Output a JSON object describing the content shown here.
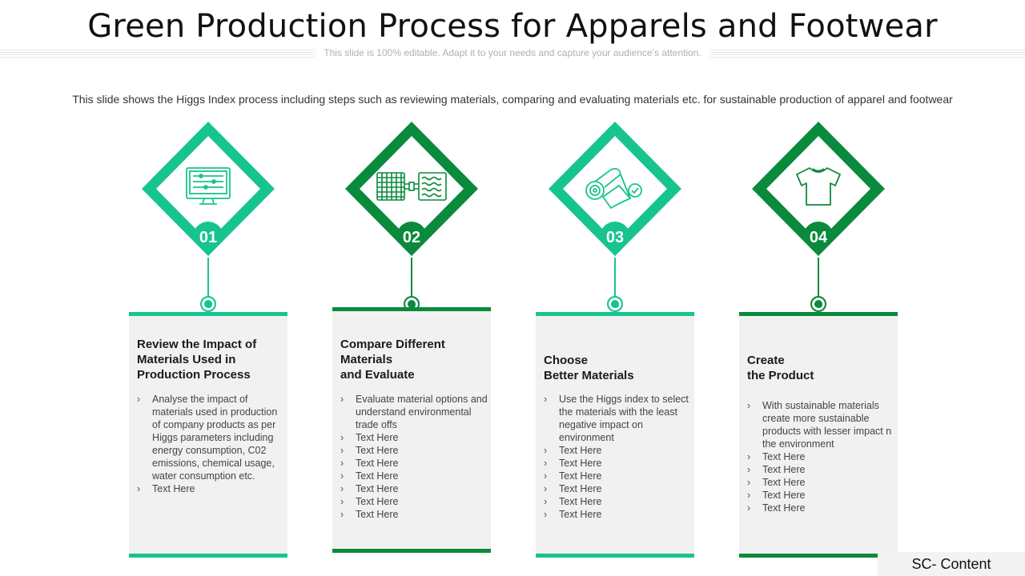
{
  "slide": {
    "title": "Green Production Process for Apparels and Footwear",
    "subtitle": "This slide is 100% editable. Adapt it to your needs and capture your audience’s attention.",
    "description": "This slide shows the Higgs Index process including steps such as reviewing materials, comparing and evaluating materials etc. for sustainable production of apparel and footwear",
    "footer_tag": "SC- Content"
  },
  "colors": {
    "light_green": "#17c48f",
    "dark_green": "#0a8a3c",
    "card_bg": "#f1f1f1"
  },
  "steps": [
    {
      "number": "01",
      "icon": "monitor-settings-icon",
      "title_lines": [
        "Review the Impact of",
        "Materials Used in",
        "Production Process"
      ],
      "bullets": [
        "Analyse the impact of materials used in production of company products as per Higgs parameters including energy consumption, C02 emissions, chemical usage, water consumption etc.",
        "Text Here"
      ]
    },
    {
      "number": "02",
      "icon": "material-compare-icon",
      "title_lines": [
        "Compare Different",
        "Materials",
        "and Evaluate"
      ],
      "bullets": [
        "Evaluate material options and understand environmental  trade offs",
        "Text Here",
        "Text Here",
        "Text Here",
        "Text Here",
        "Text Here",
        "Text Here",
        "Text Here"
      ]
    },
    {
      "number": "03",
      "icon": "fabric-roll-check-icon",
      "title_lines": [
        "Choose",
        "Better Materials"
      ],
      "bullets": [
        "Use the Higgs index to select the materials with the least negative impact on environment",
        "Text Here",
        "Text Here",
        "Text Here",
        "Text Here",
        "Text Here",
        "Text Here"
      ]
    },
    {
      "number": "04",
      "icon": "tshirt-icon",
      "title_lines": [
        "Create",
        "the Product"
      ],
      "bullets": [
        "With sustainable materials create more sustainable products with lesser impact n the environment",
        "Text Here",
        "Text Here",
        "Text Here",
        "Text Here",
        "Text Here"
      ]
    }
  ]
}
